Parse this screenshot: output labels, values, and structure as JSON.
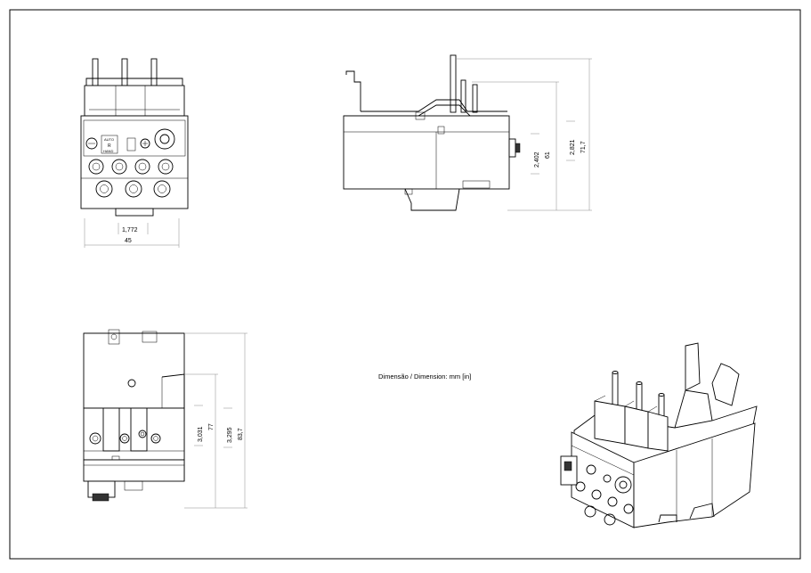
{
  "dimensions": {
    "front_width_in": "1,772",
    "front_width_mm": "45",
    "side_height_in": "2,402",
    "side_height_mm": "61",
    "side_total_in": "2,821",
    "side_total_mm": "71,7",
    "top_depth_in": "3,031",
    "top_depth_mm": "77",
    "top_total_in": "3,295",
    "top_total_mm": "83,7"
  },
  "note": "Dimensão / Dimension: mm [in]",
  "panel_labels": {
    "auto": "AUTO",
    "reset": "R",
    "hand": "HAND"
  }
}
